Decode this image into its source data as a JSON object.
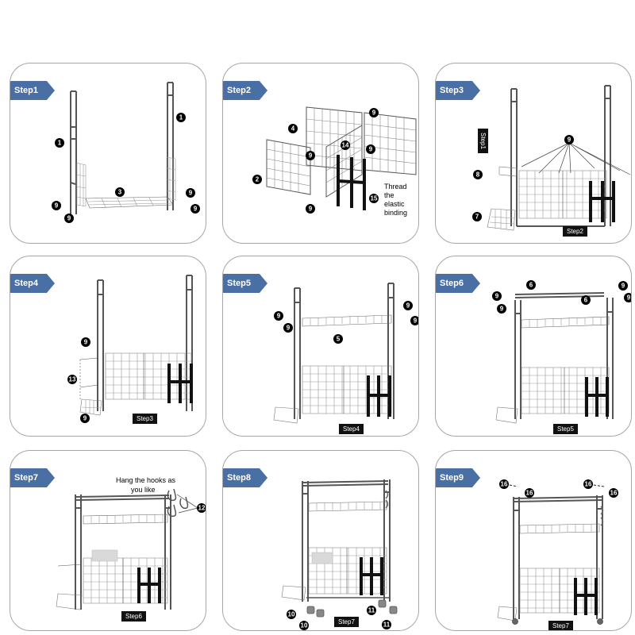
{
  "steps": [
    {
      "label": "Step1"
    },
    {
      "label": "Step2",
      "note": [
        "Thread",
        "the",
        "elastic",
        "binding"
      ]
    },
    {
      "label": "Step3",
      "ref_top": "Step1",
      "ref_bottom": "Step2"
    },
    {
      "label": "Step4",
      "ref": "Step3"
    },
    {
      "label": "Step5",
      "ref": "Step4"
    },
    {
      "label": "Step6",
      "ref": "Step5"
    },
    {
      "label": "Step7",
      "note": [
        "Hang the hooks as",
        "you like"
      ],
      "ref": "Step6"
    },
    {
      "label": "Step8",
      "ref": "Step7"
    },
    {
      "label": "Step9",
      "ref": "Step7"
    }
  ],
  "part_numbers": {
    "n1": "1",
    "n2": "2",
    "n3": "3",
    "n4": "4",
    "n5": "5",
    "n6": "6",
    "n7": "7",
    "n8": "8",
    "n9": "9",
    "n10": "10",
    "n11": "11",
    "n12": "12",
    "n13": "13",
    "n14": "14",
    "n15": "15",
    "n16": "16"
  },
  "colors": {
    "tag_fill": "#4a6fa5",
    "frame": "#555555",
    "mesh": "#9a9a9a",
    "binding": "#111111",
    "panel_border": "#a6a6a6"
  }
}
